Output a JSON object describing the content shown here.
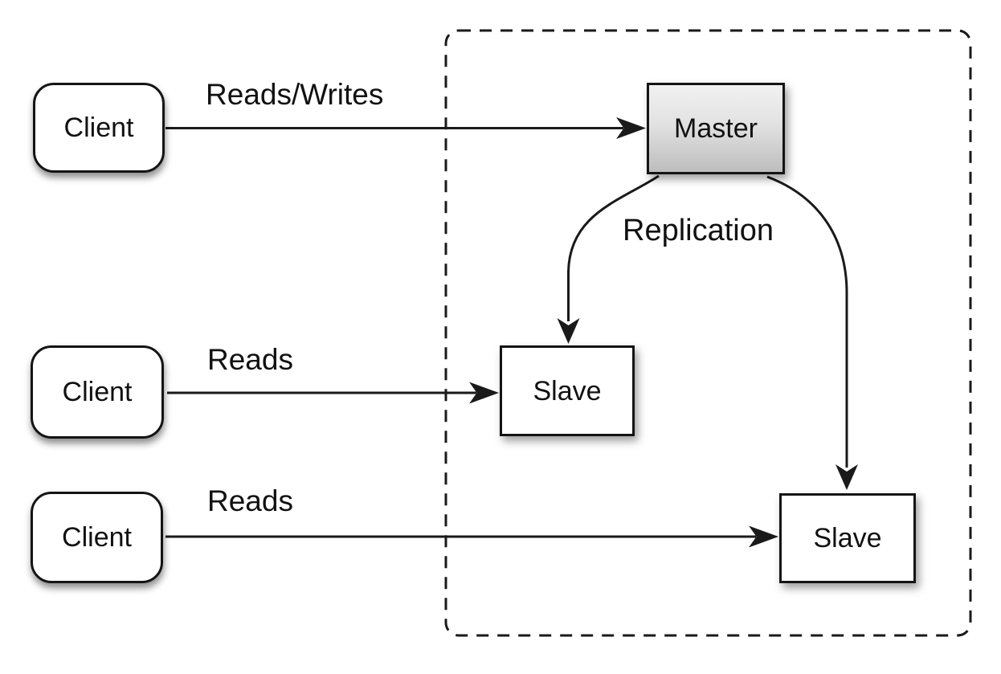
{
  "colors": {
    "background": "#ffffff",
    "line": "#1a1a1a",
    "node_border": "#141414",
    "node_fill": "#ffffff",
    "master_gradient_top": "#f1f1f1",
    "master_gradient_mid": "#e2e2e2",
    "master_gradient_bottom": "#bdbdbd",
    "text": "#111111"
  },
  "nodes": {
    "client_top": {
      "label": "Client"
    },
    "client_middle": {
      "label": "Client"
    },
    "client_bottom": {
      "label": "Client"
    },
    "master": {
      "label": "Master"
    },
    "slave_left": {
      "label": "Slave"
    },
    "slave_right": {
      "label": "Slave"
    }
  },
  "edges": {
    "client_top_to_master": {
      "label": "Reads/Writes"
    },
    "client_middle_to_slave_left": {
      "label": "Reads"
    },
    "client_bottom_to_slave_right": {
      "label": "Reads"
    },
    "master_to_slaves": {
      "label": "Replication"
    }
  }
}
